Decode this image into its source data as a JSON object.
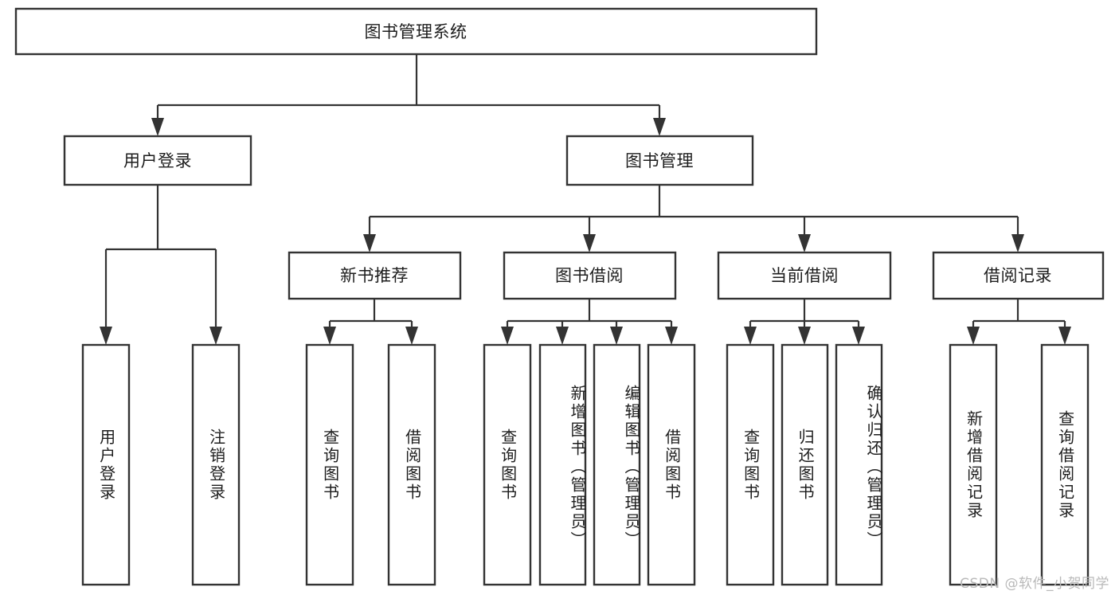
{
  "diagram": {
    "type": "tree-hierarchy",
    "title": "图书管理系统",
    "root": {
      "label": "图书管理系统",
      "id": "root"
    },
    "level2": [
      {
        "id": "user-login",
        "label": "用户登录"
      },
      {
        "id": "book-manage",
        "label": "图书管理"
      }
    ],
    "level3": [
      {
        "id": "new-book-recommend",
        "label": "新书推荐",
        "parent": "book-manage"
      },
      {
        "id": "book-borrow",
        "label": "图书借阅",
        "parent": "book-manage"
      },
      {
        "id": "current-borrow",
        "label": "当前借阅",
        "parent": "book-manage"
      },
      {
        "id": "borrow-record",
        "label": "借阅记录",
        "parent": "book-manage"
      }
    ],
    "leaves": [
      {
        "id": "leaf-user-login",
        "label": "用户登录",
        "parent": "user-login"
      },
      {
        "id": "leaf-user-logout",
        "label": "注销登录",
        "parent": "user-login"
      },
      {
        "id": "leaf-query-book-1",
        "label": "查询图书",
        "parent": "new-book-recommend"
      },
      {
        "id": "leaf-borrow-book-1",
        "label": "借阅图书",
        "parent": "new-book-recommend"
      },
      {
        "id": "leaf-query-book-2",
        "label": "查询图书",
        "parent": "book-borrow"
      },
      {
        "id": "leaf-add-book",
        "label": "新增图书（管理员）",
        "parent": "book-borrow"
      },
      {
        "id": "leaf-edit-book",
        "label": "编辑图书（管理员）",
        "parent": "book-borrow"
      },
      {
        "id": "leaf-borrow-book-2",
        "label": "借阅图书",
        "parent": "book-borrow"
      },
      {
        "id": "leaf-query-book-3",
        "label": "查询图书",
        "parent": "current-borrow"
      },
      {
        "id": "leaf-return-book",
        "label": "归还图书",
        "parent": "current-borrow"
      },
      {
        "id": "leaf-confirm-return",
        "label": "确认归还（管理员）",
        "parent": "current-borrow"
      },
      {
        "id": "leaf-add-record",
        "label": "新增借阅记录",
        "parent": "borrow-record"
      },
      {
        "id": "leaf-query-record",
        "label": "查询借阅记录",
        "parent": "borrow-record"
      }
    ]
  },
  "watermark": {
    "text": "CSDN @软件_小贺同学"
  },
  "colors": {
    "stroke": "#333333",
    "box_fill": "#ffffff",
    "text": "#1d1d1d",
    "watermark": "#b9b9b9",
    "background": "#ffffff"
  }
}
